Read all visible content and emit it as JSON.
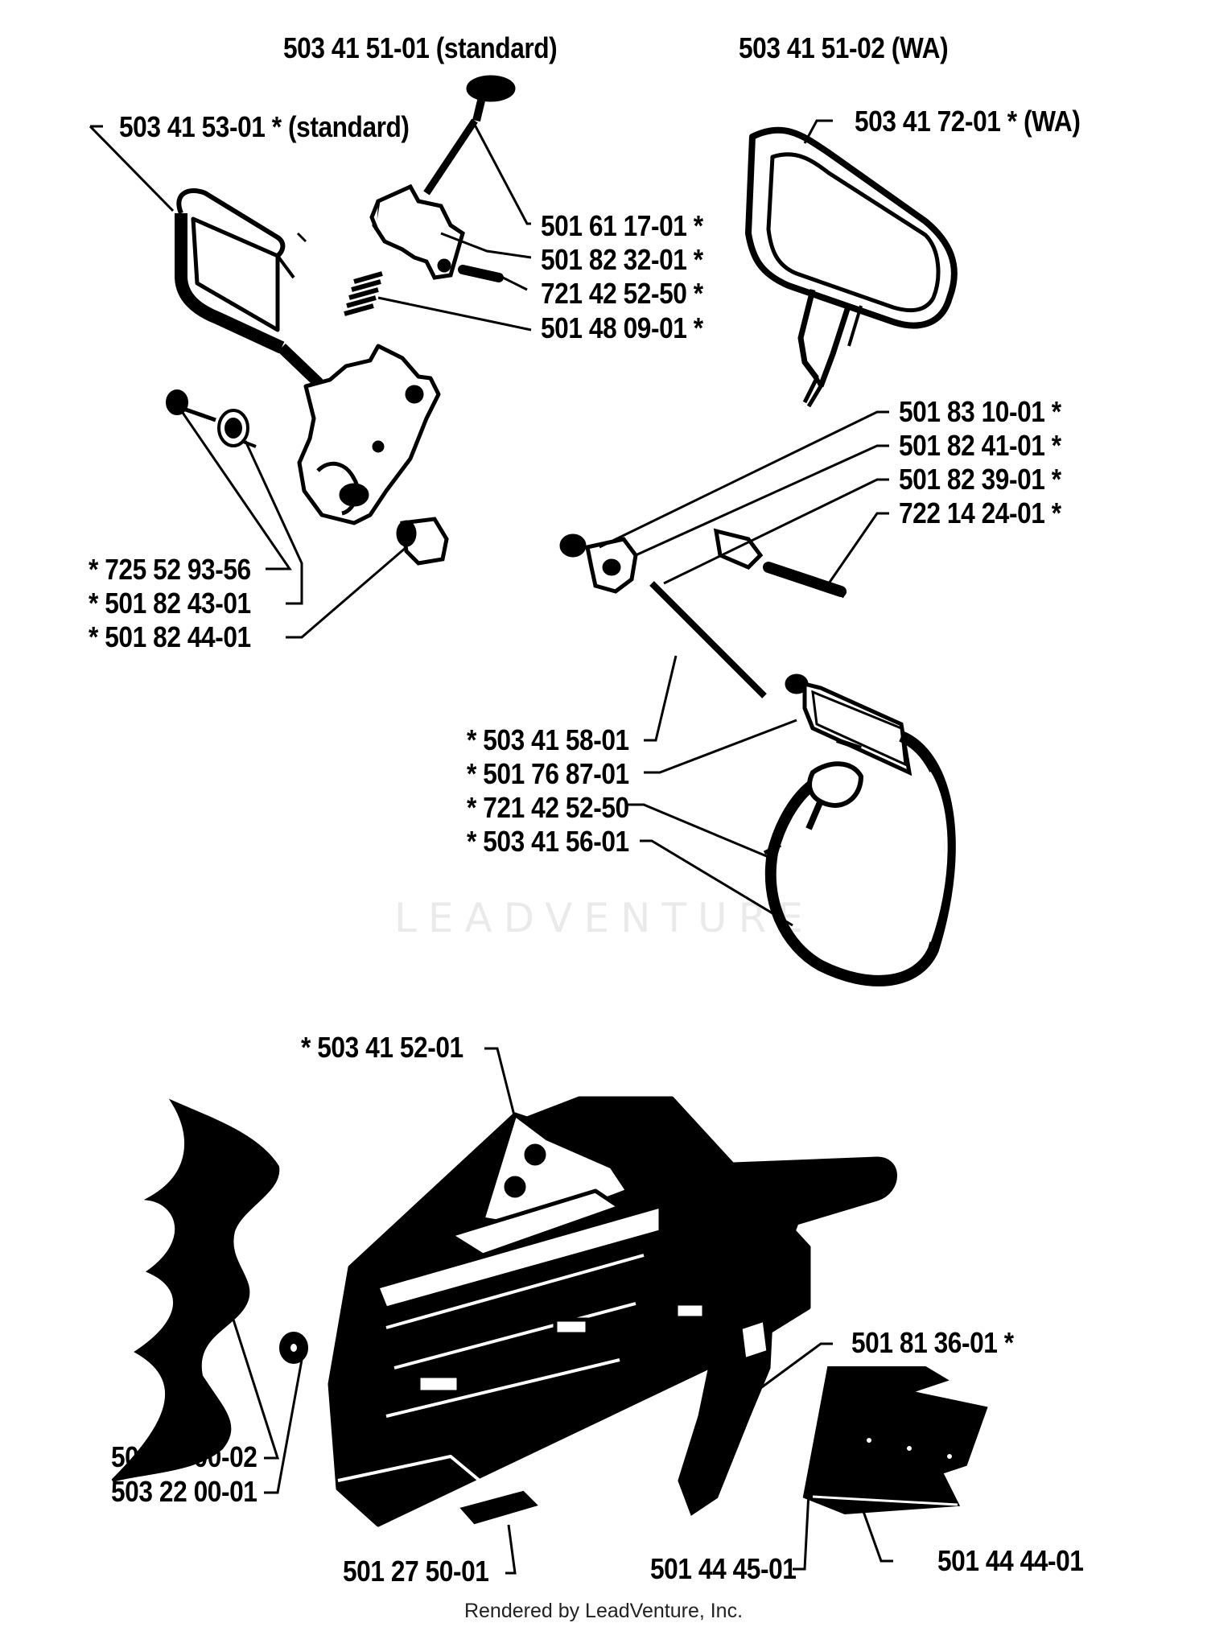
{
  "watermark": "LEADVENTURE",
  "footer": "Rendered by LeadVenture, Inc.",
  "headers": {
    "standard": "503 41 51-01 (standard)",
    "wa": "503 41 51-02 (WA)"
  },
  "labels": {
    "l_503415301": "503 41 53-01  * (standard)",
    "l_503417201": "503 41 72-01  * (WA)",
    "l_501611701": "501 61 17-01  *",
    "l_501823201": "501 82 32-01  *",
    "l_721425250a": "721 42 52-50  *",
    "l_501480901": "501 48 09-01  *",
    "l_501831001": "501 83 10-01  *",
    "l_501824101": "501 82 41-01  *",
    "l_501823901": "501 82 39-01  *",
    "l_722142401": "722 14 24-01  *",
    "l_725529356": "*  725 52 93-56",
    "l_501824301": "*  501 82 43-01",
    "l_501824401": "*  501 82 44-01",
    "l_503415801": "*  503 41 58-01",
    "l_501768701": "*  501 76 87-01",
    "l_721425250b": "*  721 42 52-50",
    "l_503415601": "*  503 41 56-01",
    "l_503415201": "*  503 41 52-01",
    "l_501813601": "501 81 36-01  *",
    "l_501610002": "501 61 00-02",
    "l_503220001": "503 22 00-01",
    "l_501275001": "501 27 50-01",
    "l_501444501": "501 44 45-01",
    "l_501444401": "501 44 44-01"
  }
}
